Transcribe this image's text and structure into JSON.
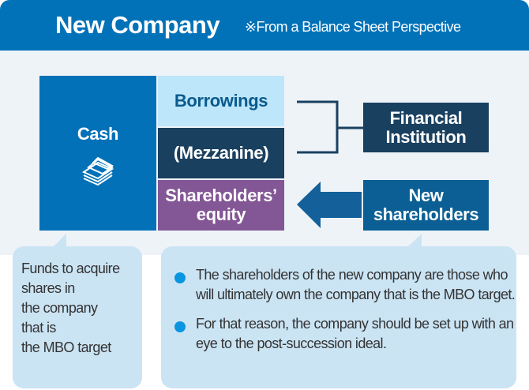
{
  "header": {
    "title": "New Company",
    "subtitle": "※From a Balance Sheet Perspective"
  },
  "balance_sheet": {
    "assets": {
      "label": "Cash",
      "icon": "money-stack-icon"
    },
    "liabilities": [
      {
        "label": "Borrowings"
      },
      {
        "label": "(Mezzanine)"
      },
      {
        "label": "Shareholders’ equity"
      }
    ]
  },
  "sources": {
    "financial_institution": "Financial Institution",
    "new_shareholders": "New shareholders"
  },
  "callouts": {
    "cash_note": [
      "Funds to acquire",
      "shares in",
      "the company",
      "that is",
      "the MBO target"
    ],
    "points": [
      "The shareholders of the new company are those who will ultimately own the company that is the MBO target.",
      "For that reason, the company should be set up with an eye to the post-succession ideal."
    ]
  },
  "colors": {
    "header": "#0272b8",
    "cash": "#0271b7",
    "borrowings": "#bde6fb",
    "mezzanine": "#1a4060",
    "equity": "#835695",
    "new_shareholders": "#0b5f94",
    "bubble": "#cbe4f4"
  }
}
